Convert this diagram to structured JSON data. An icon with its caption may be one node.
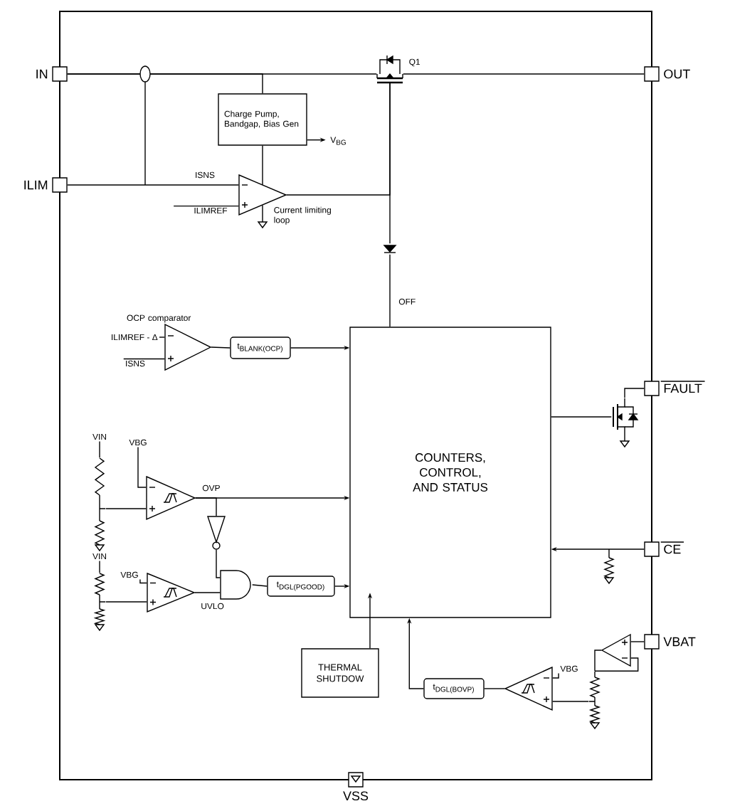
{
  "diagram": {
    "nodes": [
      {
        "text": [
          "IN"
        ]
      },
      {
        "text": [
          "ILIM"
        ]
      },
      {
        "text": [
          "OUT"
        ]
      },
      {
        "text": [
          "FAULT"
        ]
      },
      {
        "text": [
          "CE"
        ]
      },
      {
        "text": [
          "VBAT"
        ]
      },
      {
        "text": [
          "VSS"
        ]
      },
      {
        "text": [
          "Charge Pump, Bandgap, Bias Gen"
        ]
      },
      {
        "text": [],
        "shape": "triangle",
        "beside": [
          "Current limiting loop"
        ]
      },
      {
        "text": [],
        "shape": "transistor",
        "beside": [
          "Q1"
        ]
      },
      {
        "text": [],
        "shape": "triangle",
        "beside": [
          "OCP comparator"
        ]
      },
      {
        "text": [
          "t$_{BLANK(OCP)}$"
        ]
      },
      {
        "text": [
          "COUNTERS, CONTROL, AND STATUS"
        ]
      },
      {
        "text": [],
        "shape": "transistor"
      },
      {
        "text": [],
        "shape": "triangle"
      },
      {
        "text": [],
        "shape": "inverter"
      },
      {
        "text": [],
        "shape": "triangle"
      },
      {
        "text": [],
        "shape": "gate"
      },
      {
        "text": [
          "t$_{DGL(PGOOD)}$"
        ]
      },
      {
        "text": [
          "THERMAL SHUTDOW"
        ]
      },
      {
        "text": [
          "t$_{DGL(BOVP)}$"
        ]
      },
      {
        "text": [],
        "shape": "triangle"
      },
      {
        "text": [],
        "shape": "triangle"
      },
      {
        "text": [
          "ILIMREF"
        ]
      },
      {
        "text": [
          "ILIMREF - Δ"
        ]
      },
      {
        "text": [
          "ISNS"
        ]
      },
      {
        "text": [
          "VBG"
        ]
      },
      {
        "text": [
          "VBG"
        ]
      },
      {
        "text": [
          "VBG"
        ]
      },
      {
        "text": [],
        "shape": "diode"
      },
      {
        "text": [
          "VIN"
        ]
      },
      {
        "text": [],
        "shape": "resistor"
      },
      {
        "text": [
          "VIN"
        ]
      },
      {
        "text": [],
        "shape": "resistor"
      },
      {
        "text": [],
        "shape": "resistor"
      }
    ],
    "edges": [
      {
        "from": 0,
        "to": 9,
        "arrow": "none"
      },
      {
        "from": 9,
        "to": 2,
        "arrow": "none"
      },
      {
        "from": 0,
        "to": 7,
        "arrow": "none"
      },
      {
        "from": 7,
        "to": 8,
        "arrow": "none"
      },
      {
        "from": 1,
        "to": 8,
        "arrow": "none",
        "label": "ISNS"
      },
      {
        "from": 8,
        "to": 9,
        "arrow": "none"
      },
      {
        "from": 29,
        "to": 12,
        "arrow": "none",
        "label": "OFF"
      },
      {
        "from": 10,
        "to": 11,
        "arrow": "none"
      },
      {
        "from": 11,
        "to": 12,
        "arrow": "to"
      },
      {
        "from": 14,
        "to": 12,
        "arrow": "to",
        "label": "OVP"
      },
      {
        "from": 14,
        "to": 15,
        "arrow": "none"
      },
      {
        "from": 15,
        "to": 17,
        "arrow": "none"
      },
      {
        "from": 16,
        "to": 17,
        "arrow": "none",
        "label": "UVLO"
      },
      {
        "from": 17,
        "to": 18,
        "arrow": "none"
      },
      {
        "from": 18,
        "to": 12,
        "arrow": "to"
      },
      {
        "from": 19,
        "to": 12,
        "arrow": "to"
      },
      {
        "from": 20,
        "to": 12,
        "arrow": "to"
      },
      {
        "from": 21,
        "to": 20,
        "arrow": "none"
      },
      {
        "from": 22,
        "to": 34,
        "arrow": "none"
      },
      {
        "from": 5,
        "to": 22,
        "arrow": "none"
      },
      {
        "from": 4,
        "to": 12,
        "arrow": "to"
      },
      {
        "from": 12,
        "to": 13,
        "arrow": "none"
      },
      {
        "from": 13,
        "to": 3,
        "arrow": "none"
      },
      {
        "from": 7,
        "to": null,
        "arrow": "to",
        "label": "V$_{BG}$"
      },
      {
        "from": 23,
        "to": 8,
        "arrow": "none"
      },
      {
        "from": 24,
        "to": 10,
        "arrow": "none"
      },
      {
        "from": 25,
        "to": 10,
        "arrow": "none"
      },
      {
        "from": 26,
        "to": 14,
        "arrow": "none"
      },
      {
        "from": 27,
        "to": 16,
        "arrow": "none"
      },
      {
        "from": 28,
        "to": 21,
        "arrow": "none"
      },
      {
        "from": 9,
        "to": 29,
        "arrow": "none"
      },
      {
        "from": 30,
        "to": 31,
        "arrow": "none"
      },
      {
        "from": 31,
        "to": 14,
        "arrow": "none"
      },
      {
        "from": 32,
        "to": 33,
        "arrow": "none"
      },
      {
        "from": 33,
        "to": 16,
        "arrow": "none"
      },
      {
        "from": 22,
        "to": 34,
        "arrow": "none"
      },
      {
        "from": 34,
        "to": 21,
        "arrow": "none"
      }
    ]
  }
}
